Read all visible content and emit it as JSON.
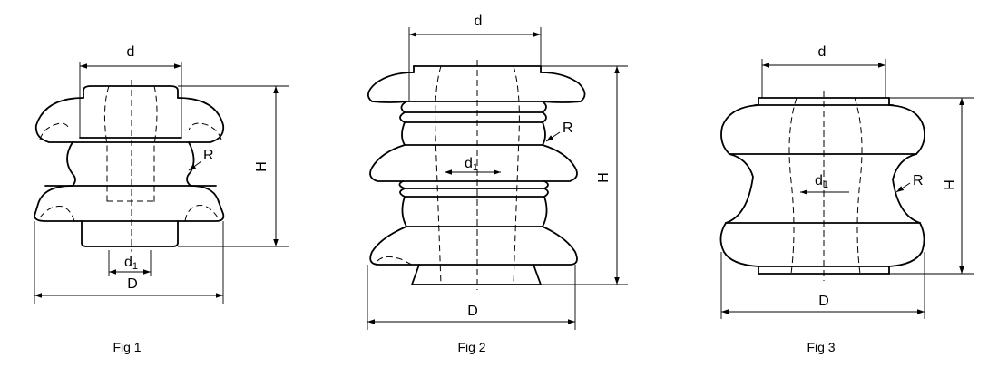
{
  "labels": {
    "d": "d",
    "d1_main": "d",
    "d1_sub": "1",
    "D": "D",
    "H": "H",
    "R": "R"
  },
  "figures": [
    {
      "caption": "Fig 1"
    },
    {
      "caption": "Fig 2"
    },
    {
      "caption": "Fig 3"
    }
  ]
}
